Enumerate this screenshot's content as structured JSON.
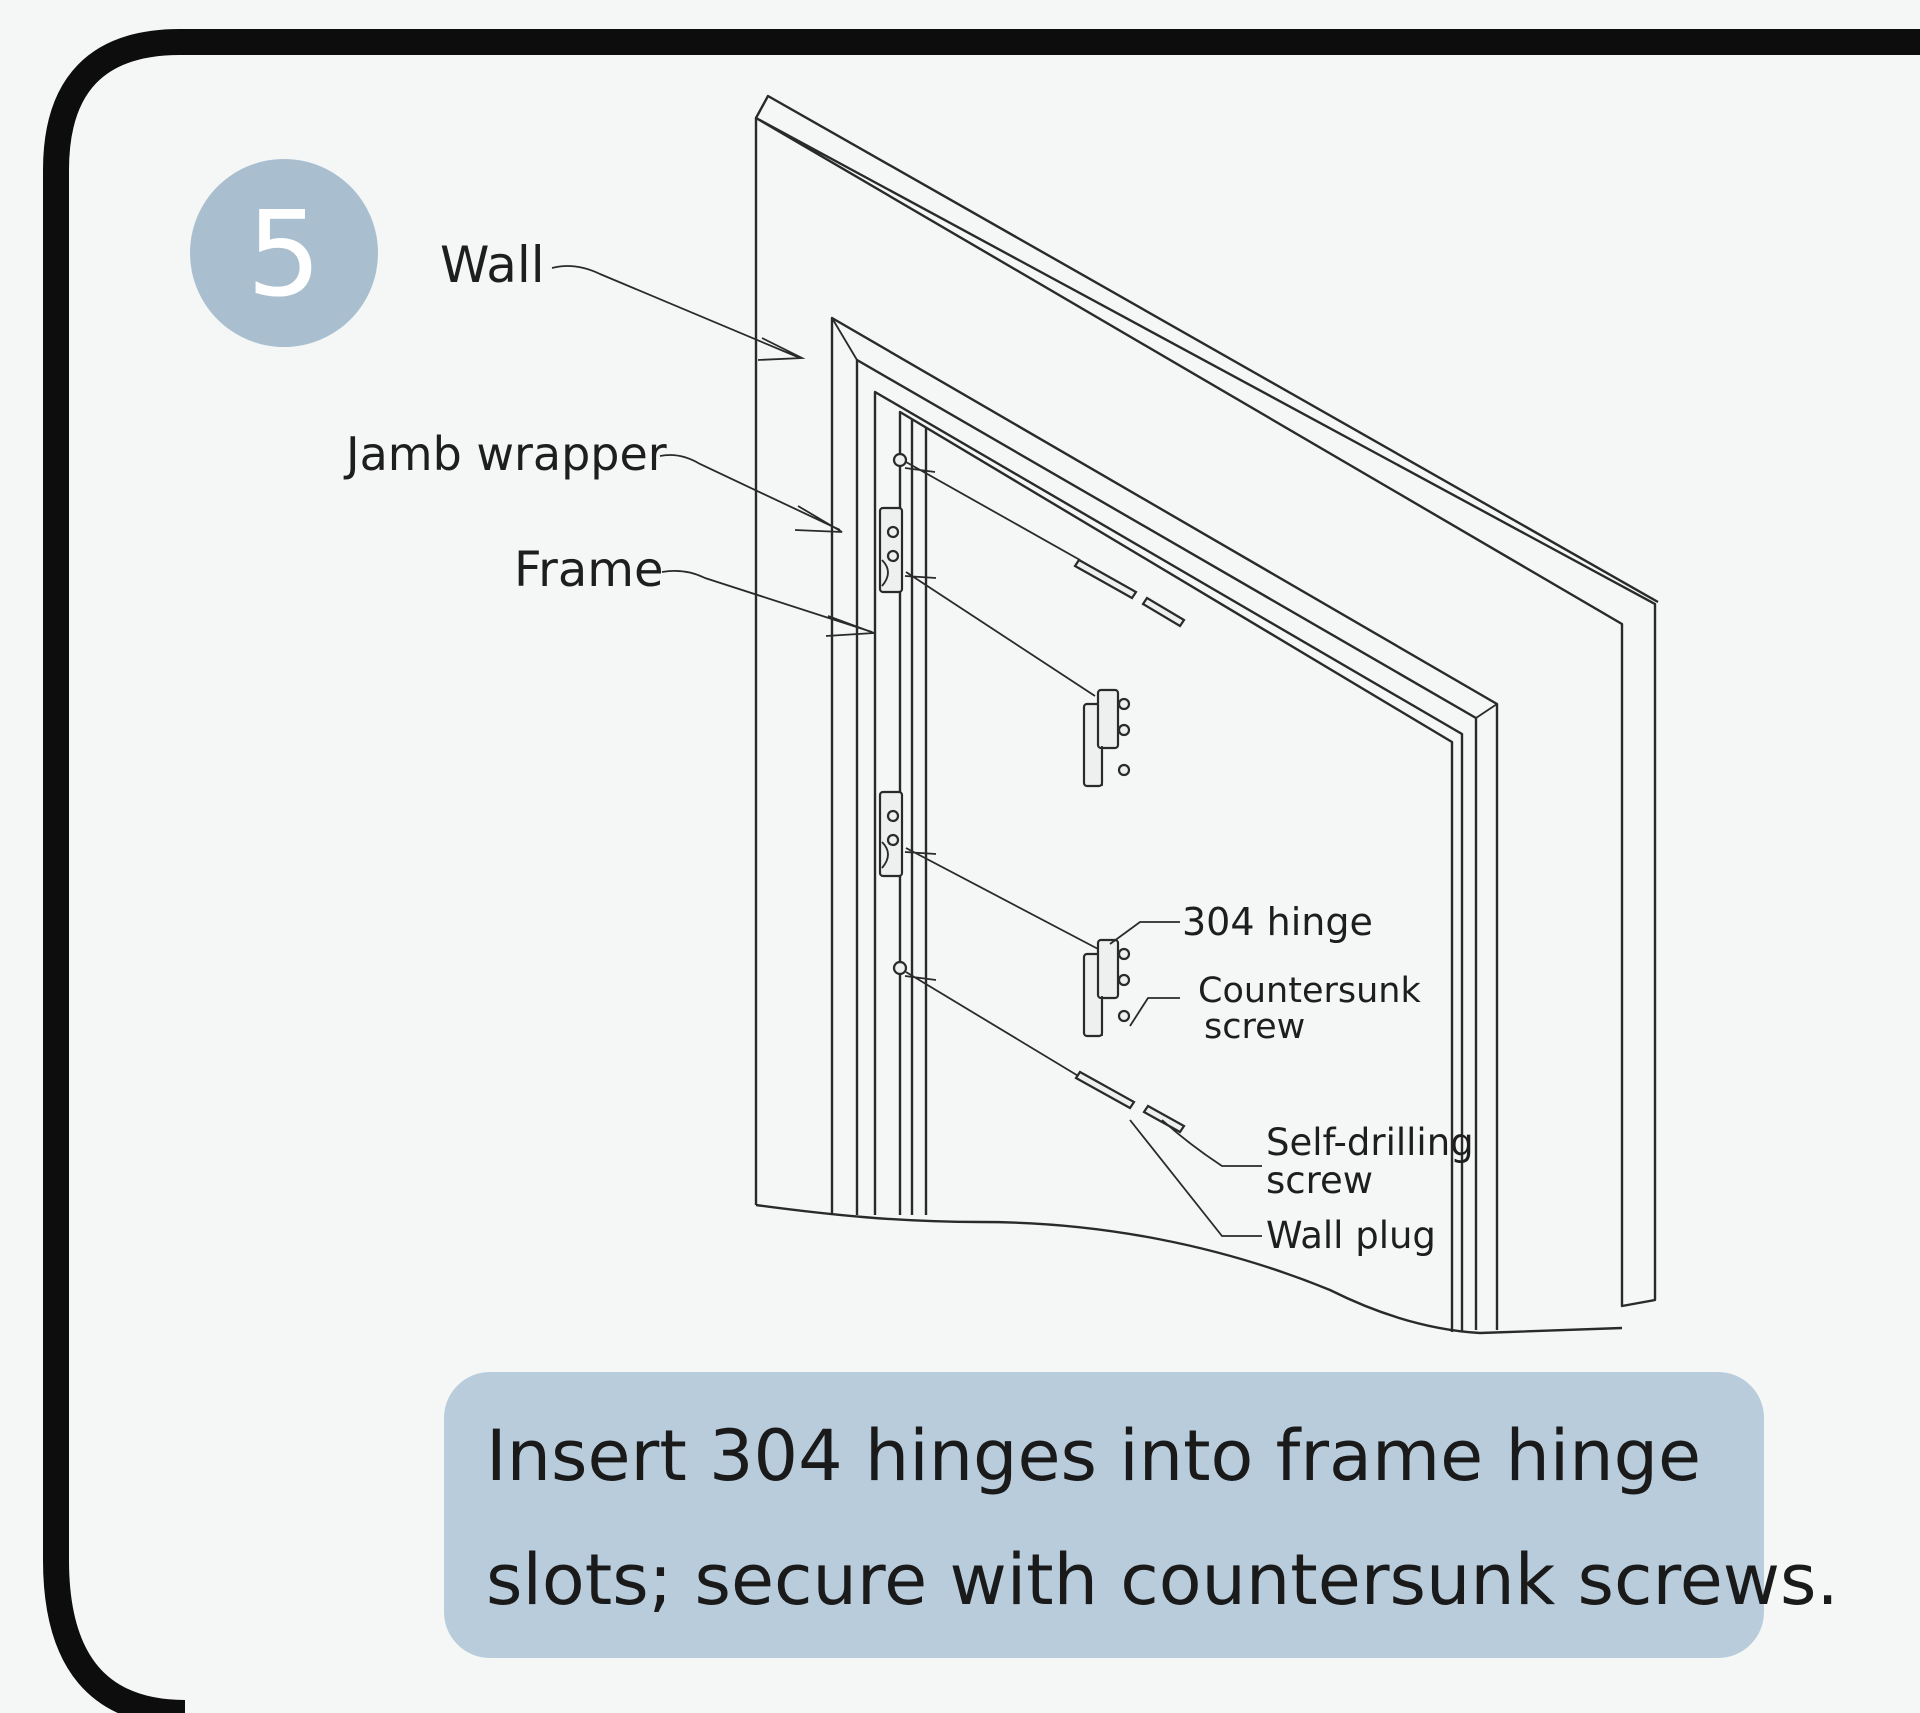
{
  "step": {
    "number": "5",
    "badge_color": "#a9bfcf"
  },
  "labels": {
    "wall": "Wall",
    "jamb_wrapper": "Jamb wrapper",
    "frame": "Frame",
    "hinge": "304 hinge",
    "countersunk_screw_line1": "Countersunk",
    "countersunk_screw_line2": "screw",
    "self_drilling_screw_line1": "Self-drilling",
    "self_drilling_screw_line2": "screw",
    "wall_plug": "Wall plug"
  },
  "caption": {
    "line1": "Insert 304 hinges into frame hinge",
    "line2": "slots; secure with countersunk screws.",
    "background": "#b8ccdb"
  },
  "colors": {
    "panel_border": "#0d0d0d",
    "line_ink": "#2a2a2a",
    "background": "#f5f6f6"
  }
}
